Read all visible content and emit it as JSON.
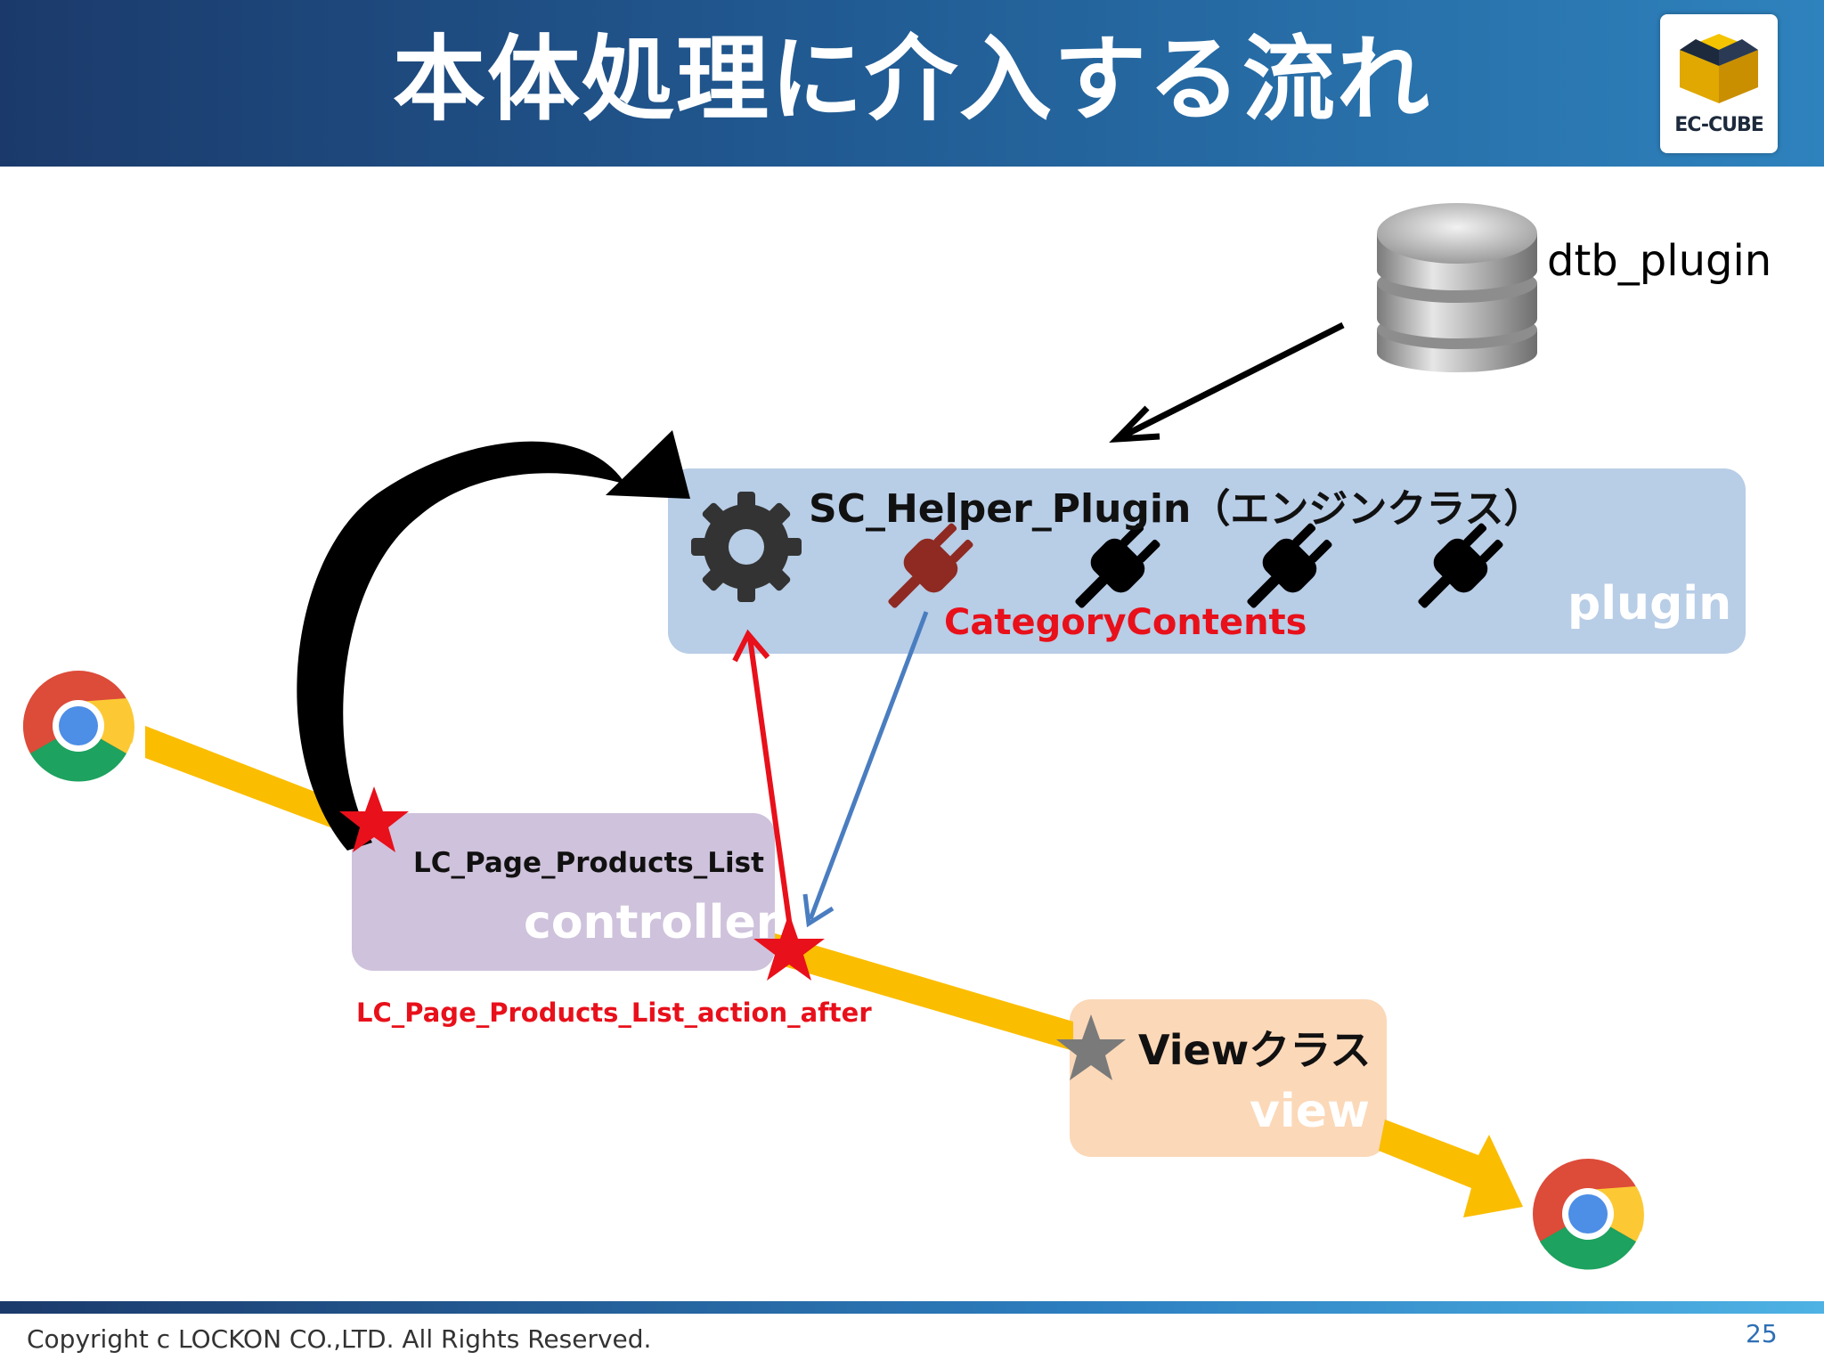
{
  "slide": {
    "title": "本体処理に介入する流れ",
    "logo_text": "EC-CUBE",
    "page_number": "25",
    "copyright": "Copyright c LOCKON CO.,LTD. All Rights Reserved."
  },
  "diagram": {
    "database_label": "dtb_plugin",
    "plugin_engine_label": "SC_Helper_Plugin（エンジンクラス）",
    "plugin_layer_label": "plugin",
    "active_plugin_label": "CategoryContents",
    "controller_class_label": "LC_Page_Products_List",
    "controller_layer_label": "controller",
    "hook_point_label": "LC_Page_Products_List_action_after",
    "view_class_label": "Viewクラス",
    "view_layer_label": "view"
  },
  "colors": {
    "header_start": "#1b3a6b",
    "header_end": "#2e82bd",
    "flow_line": "#fbbd00",
    "hook_red": "#e8101a",
    "plugin_box": "#b8cde6",
    "controller_box": "#cfc2dc",
    "view_box": "#fbd8b8",
    "active_plug": "#8e2a22",
    "return_arrow_blue": "#4a7dc0"
  },
  "icons": [
    "chrome-logo-icon",
    "database-icon",
    "gear-icon",
    "plug-icon",
    "star-icon"
  ]
}
